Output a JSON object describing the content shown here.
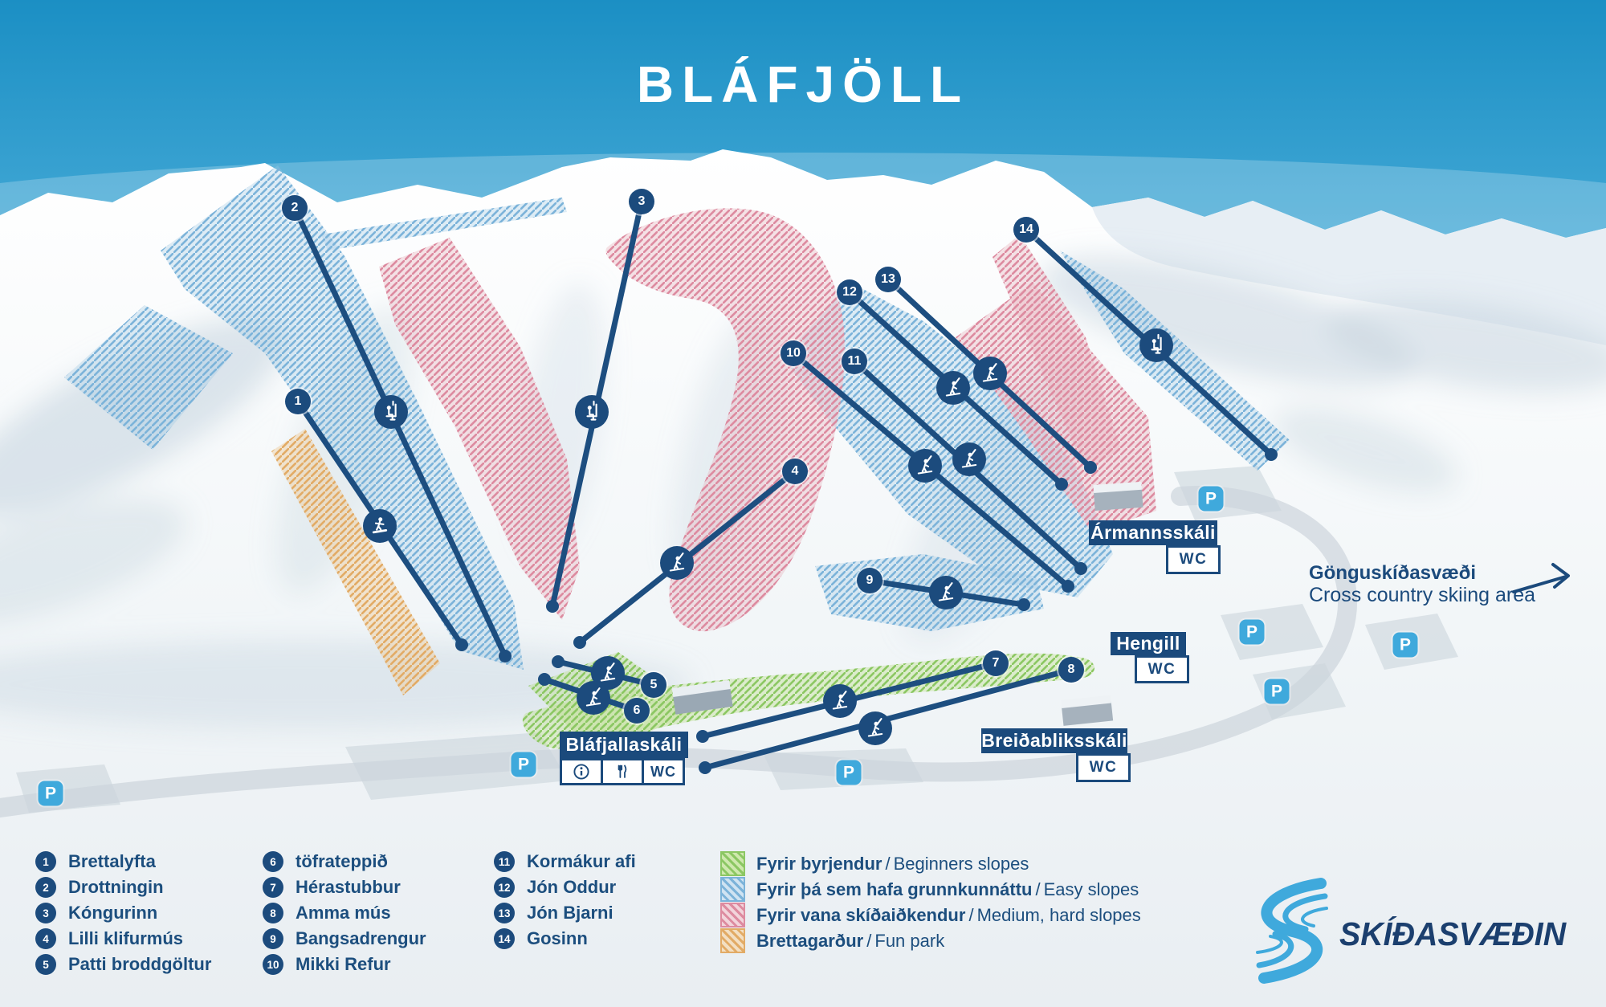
{
  "title": "BLÁFJÖLL",
  "logo": {
    "text": "SKÍÐASVÆÐIN"
  },
  "cross_country": {
    "is": "Gönguskíðasvæði",
    "en": "Cross country skiing area"
  },
  "labels": {
    "parking": "P",
    "wc": "WC"
  },
  "buildings": {
    "blafjallaskali": {
      "name": "Bláfjallaskáli",
      "services": [
        "info",
        "restaurant",
        "WC"
      ]
    },
    "armannsskali": {
      "name": "Ármannsskáli",
      "services": [
        "WC"
      ]
    },
    "hengill": {
      "name": "Hengill",
      "services": [
        "WC"
      ]
    },
    "breidabliksskali": {
      "name": "Breiðabliksskáli",
      "services": [
        "WC"
      ]
    }
  },
  "lifts": [
    {
      "num": "1",
      "name": "Brettalyfta",
      "icon": "snowboard-lift"
    },
    {
      "num": "2",
      "name": "Drottningin",
      "icon": "chairlift"
    },
    {
      "num": "3",
      "name": "Kóngurinn",
      "icon": "chairlift"
    },
    {
      "num": "4",
      "name": "Lilli klifurmús",
      "icon": "drag-lift"
    },
    {
      "num": "5",
      "name": "Patti broddgöltur",
      "icon": "drag-lift"
    },
    {
      "num": "6",
      "name": "töfrateppið",
      "icon": "drag-lift"
    },
    {
      "num": "7",
      "name": "Hérastubbur",
      "icon": "drag-lift"
    },
    {
      "num": "8",
      "name": "Amma mús",
      "icon": "drag-lift"
    },
    {
      "num": "9",
      "name": "Bangsadrengur",
      "icon": "drag-lift"
    },
    {
      "num": "10",
      "name": "Mikki Refur",
      "icon": "drag-lift"
    },
    {
      "num": "11",
      "name": "Kormákur afi",
      "icon": "drag-lift"
    },
    {
      "num": "12",
      "name": "Jón Oddur",
      "icon": "drag-lift"
    },
    {
      "num": "13",
      "name": "Jón Bjarni",
      "icon": "drag-lift"
    },
    {
      "num": "14",
      "name": "Gosinn",
      "icon": "chairlift"
    }
  ],
  "slope_legend": [
    {
      "is": "Fyrir byrjendur",
      "sep": "/",
      "en": "Beginners slopes",
      "color": "#8cc763"
    },
    {
      "is": "Fyrir þá sem hafa grunnkunnáttu",
      "sep": "/",
      "en": "Easy slopes",
      "color": "#7cb3d9"
    },
    {
      "is": "Fyrir vana skíðaiðkendur",
      "sep": "/",
      "en": "Medium, hard slopes",
      "color": "#dd8ba0"
    },
    {
      "is": "Brettagarður",
      "sep": "/",
      "en": "Fun park",
      "color": "#e2ab66"
    }
  ]
}
